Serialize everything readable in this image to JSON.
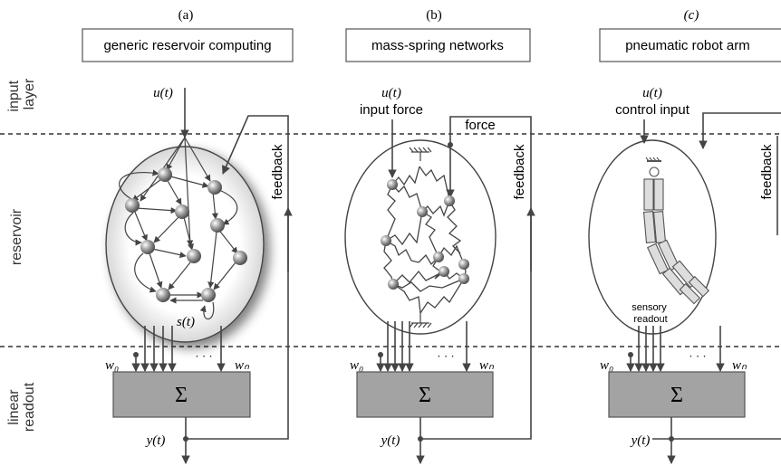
{
  "panels": [
    {
      "letter": "(a)",
      "title": "generic reservoir computing",
      "input": "u(t)",
      "input_note": "",
      "state": "s(t)",
      "feedback": "feedback",
      "force": "",
      "sensory": "",
      "w0": "w₀",
      "wn": "wₙ",
      "dots": "· · ·",
      "sum": "Σ",
      "output": "y(t)"
    },
    {
      "letter": "(b)",
      "title": "mass-spring networks",
      "input": "u(t)",
      "input_note": "input force",
      "state": "",
      "feedback": "feedback",
      "force": "force",
      "sensory": "",
      "w0": "w₀",
      "wn": "wₙ",
      "dots": "· · ·",
      "sum": "Σ",
      "output": "y(t)"
    },
    {
      "letter": "(c)",
      "title": "pneumatic robot arm",
      "input": "u(t)",
      "input_note": "control input",
      "state": "",
      "feedback": "feedback",
      "force": "",
      "sensory": "sensory readout",
      "w0": "w₀",
      "wn": "wₙ",
      "dots": "· · ·",
      "sum": "Σ",
      "output": "y(t)"
    }
  ],
  "layers": {
    "input": "input layer",
    "reservoir": "reservoir",
    "readout": "linear readout"
  }
}
